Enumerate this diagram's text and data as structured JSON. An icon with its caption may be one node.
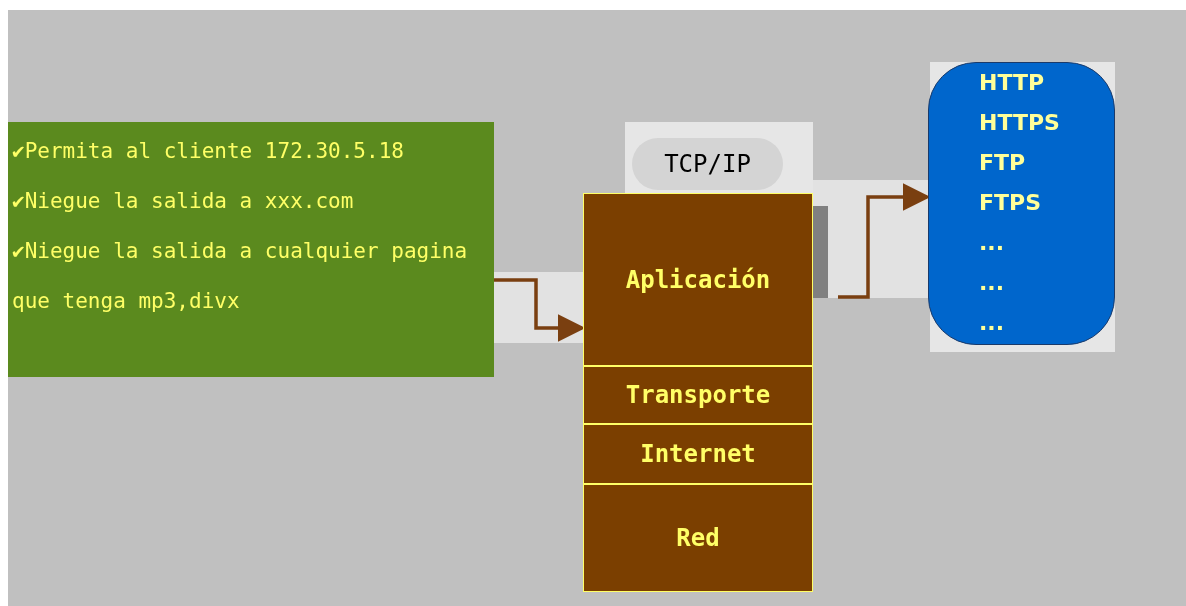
{
  "diagram": {
    "nodes": [
      {
        "text": [
          "✔Permita al cliente 172.30.5.18",
          "✔Niegue la salida a xxx.com",
          "✔Niegue la salida a cualquier pagina que tenga mp3,divx"
        ]
      },
      {
        "text": [
          "TCP/IP"
        ]
      },
      {
        "text": [
          "Aplicación"
        ]
      },
      {
        "text": [
          "Transporte"
        ]
      },
      {
        "text": [
          "Internet"
        ]
      },
      {
        "text": [
          "Red"
        ]
      },
      {
        "text": [
          "HTTP",
          "HTTPS",
          "FTP",
          "FTPS",
          "...",
          "...",
          "..."
        ]
      }
    ],
    "edges": [
      {
        "from": 0,
        "to": 2,
        "arrow": "to"
      },
      {
        "from": 2,
        "to": 6,
        "arrow": "to"
      }
    ]
  }
}
